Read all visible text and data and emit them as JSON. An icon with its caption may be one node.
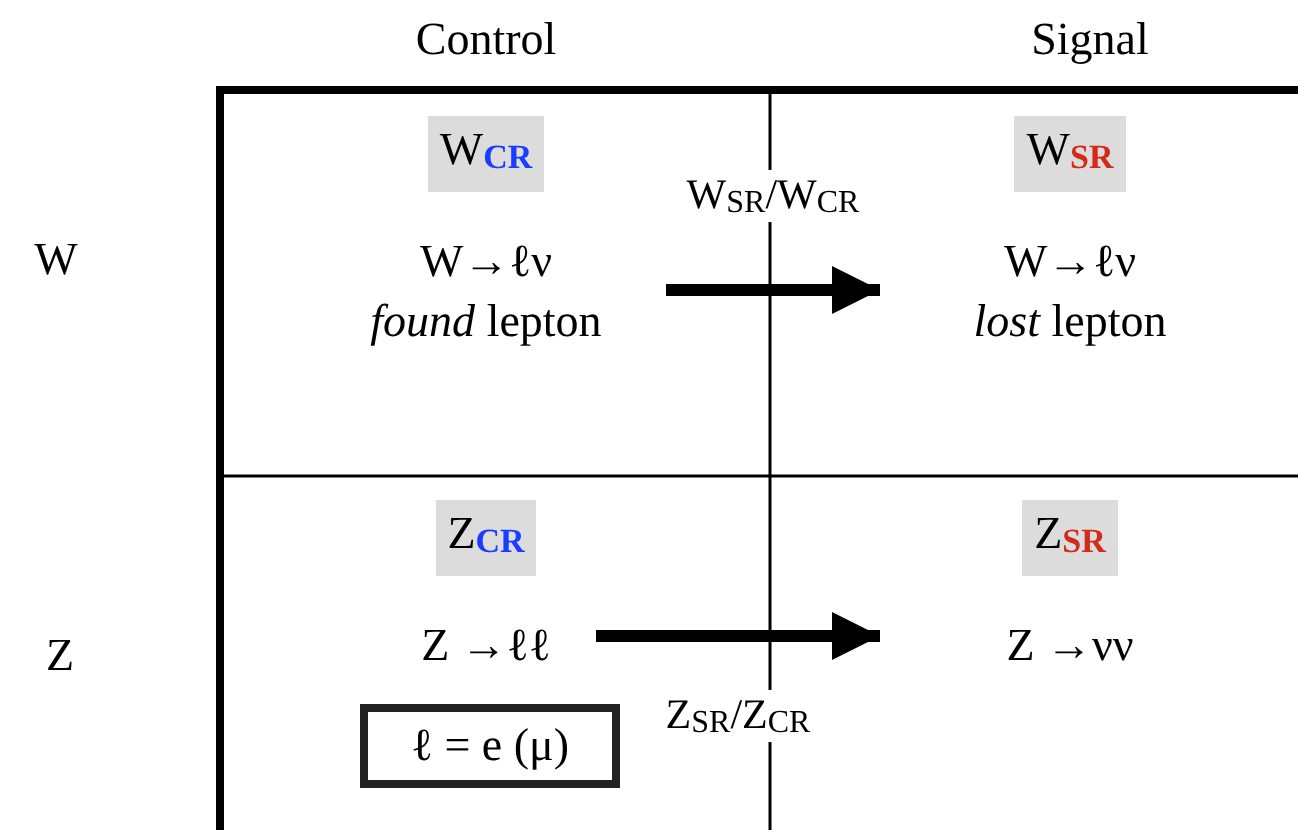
{
  "diagram": {
    "nodes": [
      {
        "text": [
          "W$_{CR}$",
          "W→ℓν",
          "*found* lepton"
        ]
      },
      {
        "text": [
          "W$_{SR}$",
          "W→ℓν",
          "*lost* lepton"
        ]
      },
      {
        "text": [
          "Z$_{CR}$",
          "Z →ℓℓ"
        ]
      },
      {
        "text": [
          "Z$_{SR}$",
          "Z →νν"
        ]
      },
      {
        "text": [
          "ℓ = e (μ)"
        ]
      }
    ],
    "edges": [
      {
        "from": 0,
        "to": 1,
        "arrow": "to",
        "label": "W$_{SR}$/W$_{CR}$"
      },
      {
        "from": 2,
        "to": 3,
        "arrow": "to",
        "label": "Z$_{SR}$/Z$_{CR}$"
      }
    ],
    "labels": [
      "Control",
      "Signal",
      "W",
      "Z"
    ]
  }
}
